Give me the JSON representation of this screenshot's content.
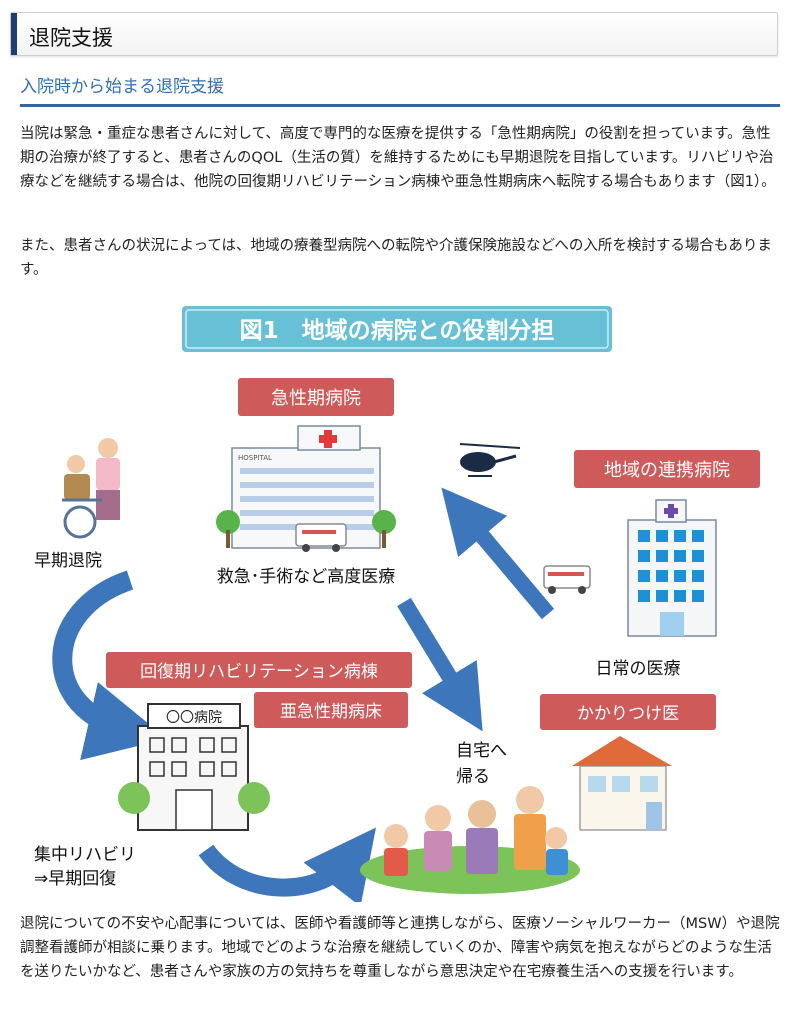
{
  "page": {
    "title": "退院支援",
    "subheading": "入院時から始まる退院支援",
    "paragraphs": [
      "当院は緊急・重症な患者さんに対して、高度で専門的な医療を提供する「急性期病院」の役割を担っています。急性期の治療が終了すると、患者さんのQOL（生活の質）を維持するためにも早期退院を目指しています。リハビリや治療などを継続する場合は、他院の回復期リハビリテーション病棟や亜急性期病床へ転院する場合もあります（図1）。",
      "また、患者さんの状況によっては、地域の療養型病院への転院や介護保険施設などへの入所を検討する場合もあります。",
      "退院についての不安や心配事については、医師や看護師等と連携しながら、医療ソーシャルワーカー（MSW）や退院調整看護師が相談に乗ります。地域でどのような治療を継続していくのか、障害や病気を抱えながらどのような生活を送りたいかなど、患者さんや家族の方の気持ちを尊重しながら意思決定や在宅療養生活への支援を行います。"
    ]
  },
  "figure": {
    "title": "図1　地域の病院との役割分担",
    "acute_label": "急性期病院",
    "acute_caption": "救急･手術など高度医療",
    "hospital_sign": "HOSPITAL",
    "regional_label": "地域の連携病院",
    "regional_caption": "日常の医療",
    "early_discharge": "早期退院",
    "rehab_label": "回復期リハビリテーション病棟",
    "subacute_label": "亜急性期病床",
    "local_hospital_sign": "〇〇病院",
    "intensive_rehab_1": "集中リハビリ",
    "intensive_rehab_2": "⇒早期回復",
    "home_1": "自宅へ",
    "home_2": "帰る",
    "family_doctor_label": "かかりつけ医"
  },
  "colors": {
    "title_bar": "#1d3f72",
    "subheading": "#2f6fb6",
    "label_red": "#cf5a5a",
    "figure_title_bg": "#67c0d6",
    "arrow_blue": "#3d76bb"
  }
}
